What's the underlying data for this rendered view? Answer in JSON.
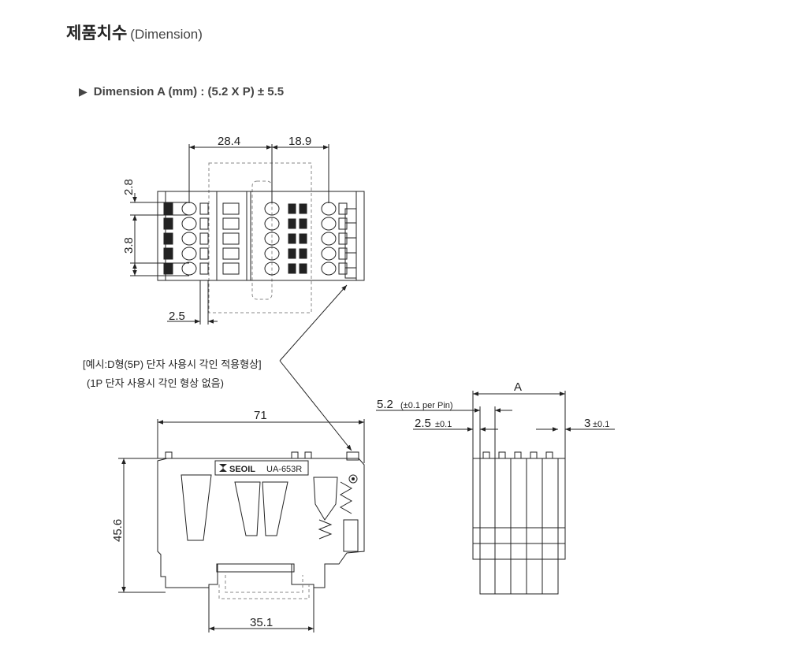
{
  "header": {
    "title": "제품치수",
    "subtitle": "(Dimension)"
  },
  "spec": {
    "bullet_icon": "triangle-right-icon",
    "text": "Dimension A (mm) : (5.2 X P) ± 5.5"
  },
  "top_view": {
    "dim_28_4": "28.4",
    "dim_18_9": "18.9",
    "dim_2_8": "2.8",
    "dim_3_8": "3.8",
    "dim_2_5": "2.5"
  },
  "note": {
    "line1": "[예시:D형(5P) 단자 사용시 각인 적용형상]",
    "line2": "(1P 단자 사용시 각인 형상 없음)"
  },
  "side_view": {
    "dim_71": "71",
    "dim_45_6": "45.6",
    "dim_35_1": "35.1",
    "brand": "SEOIL",
    "model": "UA-653R"
  },
  "end_view": {
    "dim_a": "A",
    "dim_pitch": "5.2",
    "dim_pitch_tol": "(±0.1 per Pin)",
    "dim_2_5": "2.5",
    "dim_2_5_tol": "±0.1",
    "dim_3": "3",
    "dim_3_tol": "±0.1"
  },
  "colors": {
    "line": "#222222",
    "hidden": "#888888",
    "background": "#ffffff"
  }
}
